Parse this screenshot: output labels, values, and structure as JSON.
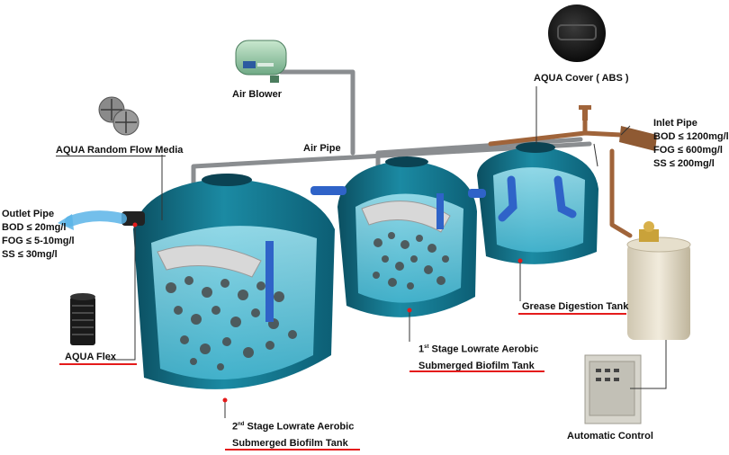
{
  "labels": {
    "air_blower": "Air Blower",
    "aqua_cover": "AQUA Cover ( ABS )",
    "air_pipe": "Air Pipe",
    "random_flow_media": "AQUA Random Flow Media",
    "inlet_pipe": {
      "title": "Inlet Pipe",
      "bod": "BOD ≤ 1200mg/l",
      "fog": "FOG ≤  600mg/l",
      "ss": "SS ≤  200mg/l"
    },
    "outlet_pipe": {
      "title": "Outlet Pipe",
      "bod": "BOD ≤  20mg/l",
      "fog": "FOG ≤  5-10mg/l",
      "ss": "SS ≤  30mg/l"
    },
    "aqua_flex": "AQUA Flex",
    "grease_tank": "Grease Digestion Tank",
    "stage1": {
      "ordinal": "1",
      "suffix": "st",
      "line1": "Stage Lowrate Aerobic",
      "line2": "Submerged Biofilm Tank"
    },
    "stage2": {
      "ordinal": "2",
      "suffix": "nd",
      "line1": "Stage Lowrate Aerobic",
      "line2": "Submerged Biofilm Tank"
    },
    "automatic_control": "Automatic Control"
  },
  "colors": {
    "tank_dark": "#0f6b82",
    "tank_mid": "#1f95ad",
    "tank_light": "#4fc3d9",
    "water": "#7fd7ea",
    "pipe_gray": "#8a8d90",
    "pipe_brown": "#a0643a",
    "connector_blue": "#2f63c8",
    "label_line": "#e41b1b",
    "outflow_blue": "#5ab4e8"
  },
  "icons": [
    "air-blower-icon",
    "manhole-cover-icon",
    "media-balls-icon",
    "flex-pipe-icon",
    "control-box-icon",
    "tee-valve-icon"
  ]
}
